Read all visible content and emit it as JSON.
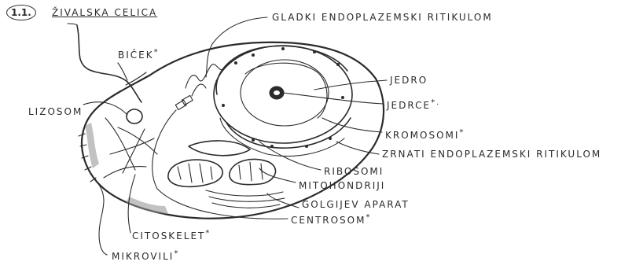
{
  "heading": {
    "number": "1.1.",
    "title": "ŽIVALSKA CELICA"
  },
  "labels": {
    "gladki_er": "GLADKI ENDOPLAZEMSKI RITIKULOM",
    "bicek": "BIČEK",
    "jedro": "JEDRO",
    "jedrce": "JEDRCE",
    "lizosom": "LIZOSOM",
    "kromosomi": "KROMOSOMI",
    "zrnati_er": "ZRNATI ENDOPLAZEMSKI RITIKULOM",
    "ribosomi": "RIBOSOMI",
    "mitohondriji": "MITOHONDRIJI",
    "golgijev_aparat": "GOLGIJEV APARAT",
    "centrosom": "CENTROSOM",
    "citoskelet": "CITOSKELET",
    "mikrovili": "MIKROVILI"
  },
  "marks": {
    "asterisk": "*",
    "asterisk_dot": "*."
  },
  "colors": {
    "ink": "#2b2b2b",
    "paper": "#ffffff",
    "shading": "#8f8f8f"
  }
}
